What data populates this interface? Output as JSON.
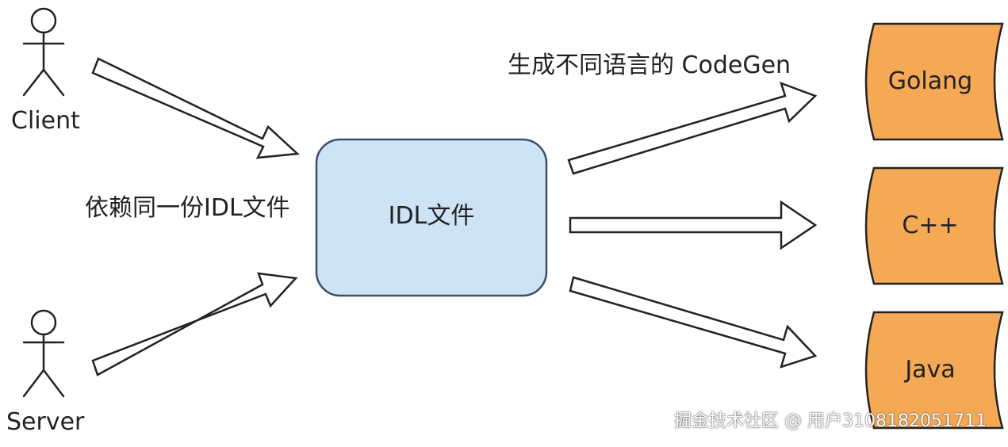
{
  "actors": [
    {
      "id": "client",
      "label": "Client"
    },
    {
      "id": "server",
      "label": "Server"
    }
  ],
  "notes": {
    "dependency": "依赖同一份IDL文件",
    "codegen": "生成不同语言的 CodeGen"
  },
  "center_node": {
    "label": "IDL文件",
    "fill": "#cfe3f7",
    "stroke": "#3b4f6b"
  },
  "language_nodes": [
    {
      "label": "Golang"
    },
    {
      "label": "C++"
    },
    {
      "label": "Java"
    }
  ],
  "language_fill": "#f6a955",
  "watermark": "掘金技术社区 @ 用户3108182051711"
}
